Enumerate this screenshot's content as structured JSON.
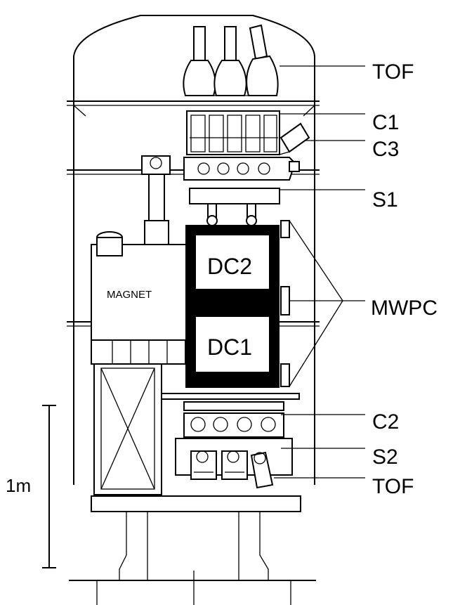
{
  "labels": {
    "tof_top": "TOF",
    "c1": "C1",
    "c3": "C3",
    "s1": "S1",
    "mwpc": "MWPC",
    "c2": "C2",
    "s2": "S2",
    "tof_bottom": "TOF",
    "dc1": "DC1",
    "dc2": "DC2",
    "magnet": "MAGNET",
    "scale": "1m"
  },
  "colors": {
    "line": "#000000",
    "background": "#ffffff"
  }
}
